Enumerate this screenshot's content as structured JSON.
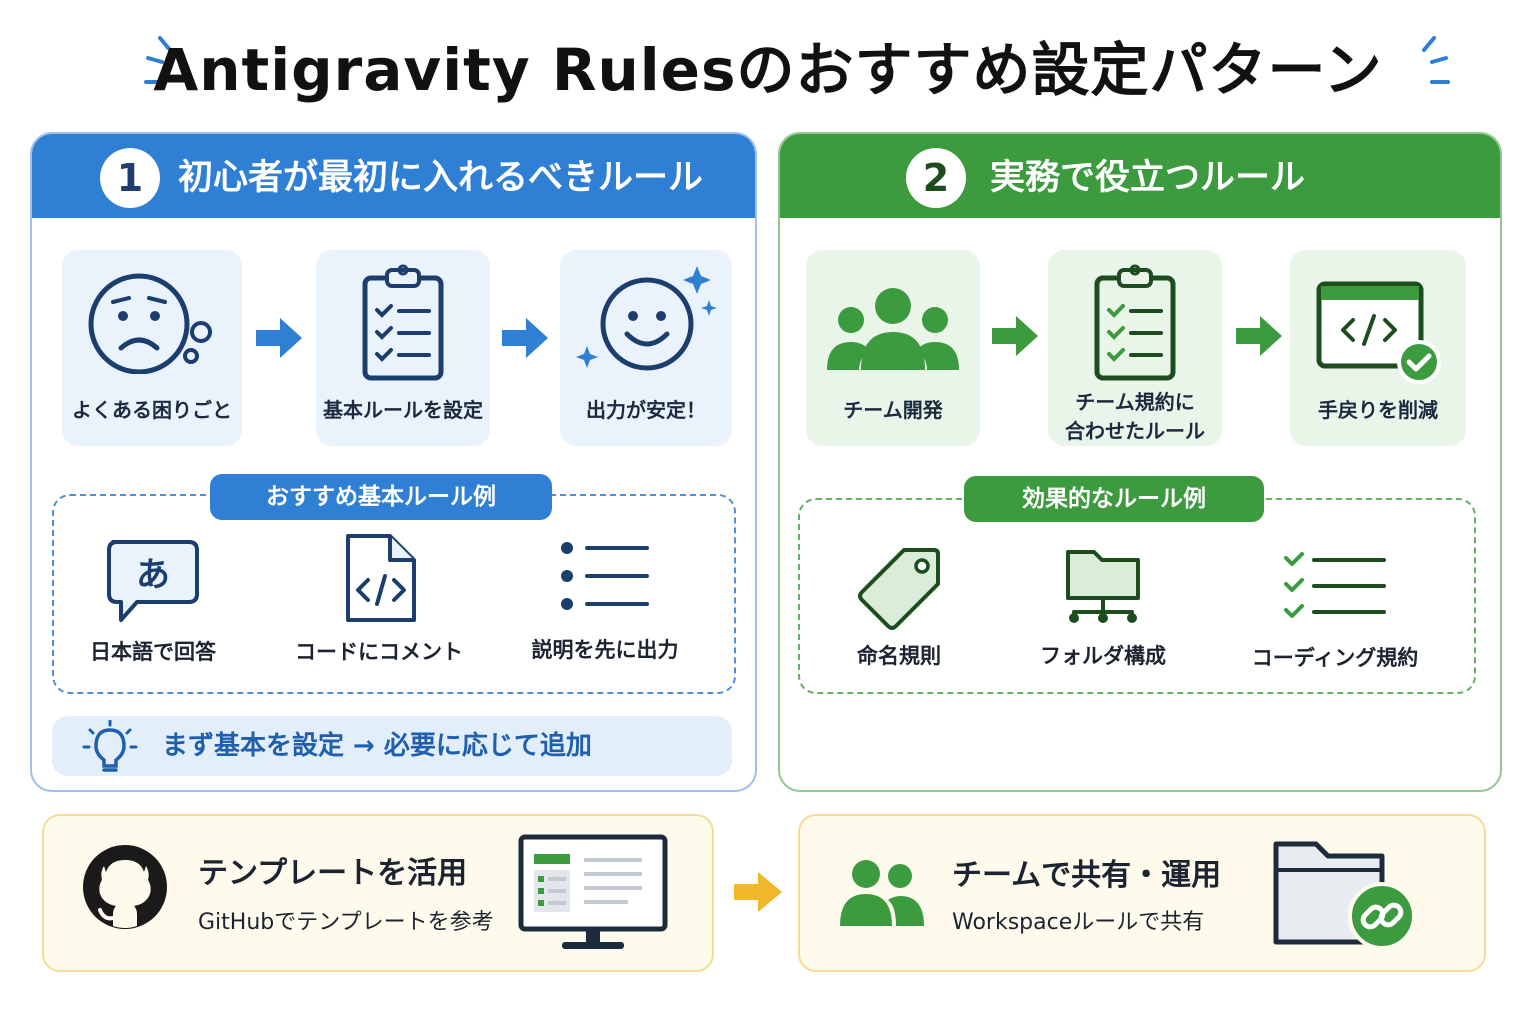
{
  "title": "Antigravity Rulesのおすすめ設定パターン",
  "colors": {
    "blue": "#2f7fd4",
    "green": "#3c9a3f",
    "yellow_accent": "#f0b72a",
    "navy_icon": "#1b3e6f",
    "green_icon": "#1d4d1f"
  },
  "beginner": {
    "number": "1",
    "title": "初心者が最初に入れるべきルール",
    "steps": [
      {
        "label": "よくある困りごと",
        "icon": "sad-face-icon"
      },
      {
        "label": "基本ルールを設定",
        "icon": "clipboard-checklist-icon"
      },
      {
        "label": "出力が安定！",
        "icon": "smile-face-icon"
      }
    ],
    "rules_title": "おすすめ基本ルール例",
    "rules": [
      {
        "label": "日本語で回答",
        "icon": "speech-bubble-icon",
        "glyph": "あ"
      },
      {
        "label": "コードにコメント",
        "icon": "code-file-icon"
      },
      {
        "label": "説明を先に出力",
        "icon": "bullet-list-icon"
      }
    ],
    "tip": "まず基本を設定 → 必要に応じて追加"
  },
  "practical": {
    "number": "2",
    "title": "実務で役立つルール",
    "steps": [
      {
        "label": "チーム開発",
        "icon": "team-icon"
      },
      {
        "label": "チーム規約に\n合わせたルール",
        "label_line1": "チーム規約に",
        "label_line2": "合わせたルール",
        "icon": "clipboard-checklist-icon"
      },
      {
        "label": "手戻りを削減",
        "icon": "code-window-check-icon"
      }
    ],
    "rules_title": "効果的なルール例",
    "rules": [
      {
        "label": "命名規則",
        "icon": "tag-icon"
      },
      {
        "label": "フォルダ構成",
        "icon": "folder-tree-icon"
      },
      {
        "label": "コーディング規約",
        "icon": "checklist-icon"
      }
    ]
  },
  "bottom": {
    "template": {
      "title": "テンプレートを活用",
      "subtitle": "GitHubでテンプレートを参考",
      "icon": "github-icon"
    },
    "share": {
      "title": "チームで共有・運用",
      "subtitle": "Workspaceルールで共有",
      "icon": "folder-link-icon"
    }
  }
}
